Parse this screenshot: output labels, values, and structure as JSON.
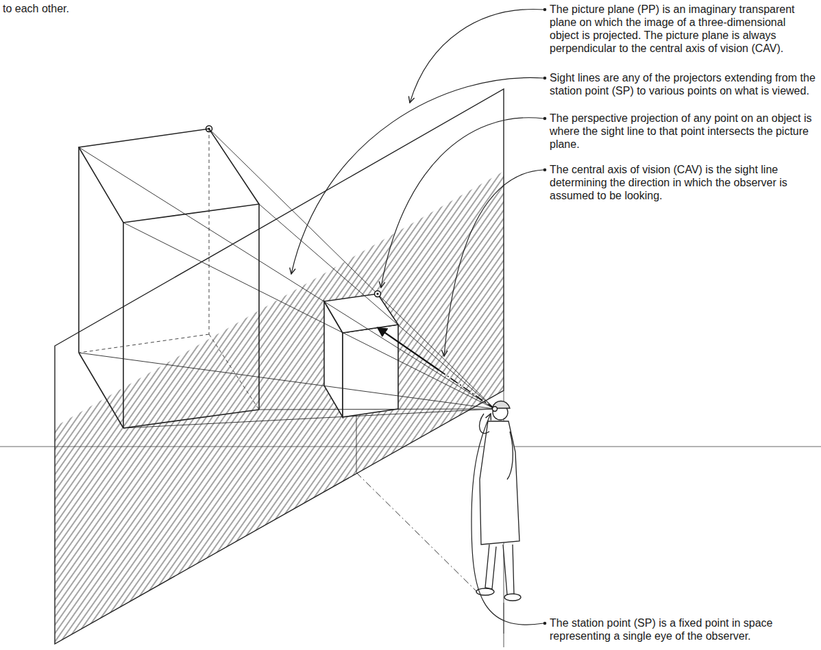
{
  "diagram": {
    "labels": [
      "to each other.",
      "The picture plane (PP) is an imaginary transparent plane on which the image of a three-dimensional object is projected. The picture plane is always perpendicular to the central axis of vision (CAV).",
      "Sight lines are any of the projectors extending from the station point (SP) to various points on what is viewed.",
      "The perspective projection of any point on an object is where the sight line to that point intersects the picture plane.",
      "The central axis of vision (CAV) is the sight line determining the direction in which the observer is assumed to be looking.",
      "The station point (SP) is a fixed point in space representing a single eye of the observer."
    ]
  }
}
